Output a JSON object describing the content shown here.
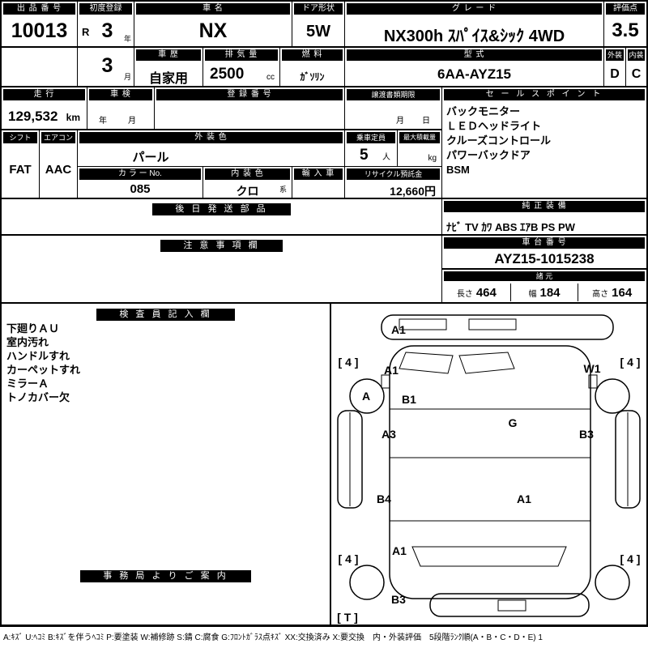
{
  "top": {
    "lot_label": "出 品 番 号",
    "lot_number": "10013",
    "first_reg_label": "初度登録",
    "era": "R",
    "year": "3",
    "year_unit": "年",
    "month": "3",
    "month_unit": "月",
    "car_name_label": "車  名",
    "car_name": "NX",
    "door_label": "ドア形状",
    "door": "5W",
    "grade_label": "グ レ ー ド",
    "grade": "NX300h ｽﾊﾟｲｽ&ｼｯｸ 4WD",
    "score_label": "評価点",
    "score": "3.5",
    "history_label": "車 歴",
    "history": "自家用",
    "disp_label": "排 気 量",
    "disp": "2500",
    "disp_unit": "cc",
    "fuel_label": "燃 料",
    "fuel": "ｶﾞｿﾘﾝ",
    "model_label": "型  式",
    "model": "6AA-AYZ15",
    "ext_label": "外装",
    "ext": "D",
    "int_label": "内装",
    "int": "C"
  },
  "reg": {
    "mileage_label": "走  行",
    "mileage": "129,532",
    "mileage_unit": "km",
    "shaken_label": "車 検",
    "shaken_placeholder": "年　月",
    "regno_label": "登 録 番 号",
    "transfer_label": "譲渡書類期限",
    "transfer_placeholder": "月　日"
  },
  "sales": {
    "label": "セ ー ル ス ポ イ ン ト",
    "items": [
      "バックモニター",
      "ＬＥＤヘッドライト",
      "クルーズコントロール",
      "パワーバックドア",
      "BSM"
    ]
  },
  "spec": {
    "shift_label": "シフト",
    "shift": "FAT",
    "ac_label": "エアコン",
    "ac": "AAC",
    "extcolor_label": "外 装 色",
    "extcolor": "パール",
    "capacity_label": "乗車定員",
    "capacity": "5",
    "capacity_unit": "人",
    "maxload_label": "最大積載量",
    "maxload_unit": "kg",
    "colorno_label": "カ ラ ー No.",
    "colorno": "085",
    "intcolor_label": "内 装 色",
    "intcolor": "クロ",
    "intcolor_unit": "系",
    "import_label": "輸 入 車",
    "recycle_label": "リサイクル預託金",
    "recycle": "12,660円"
  },
  "sections": {
    "later_parts_label": "後 日 発 送 部 品",
    "genuine_label": "純 正 装 備",
    "genuine_value": "ﾅﾋﾞ TV ｶﾜ ABS ｴｱB PS PW",
    "caution_label": "注 意 事 項 欄",
    "chassis_label": "車 台 番 号",
    "chassis": "AYZ15-1015238",
    "dims_label": "諸  元",
    "len_label": "長さ",
    "len": "464",
    "wid_label": "幅",
    "wid": "184",
    "hgt_label": "高さ",
    "hgt": "164",
    "inspector_label": "検 査 員 記 入 欄",
    "office_label": "事 務 局 よ り ご 案 内"
  },
  "inspector_notes": [
    "下廻りＡＵ",
    "室内汚れ",
    "ハンドルすれ",
    "カーペットすれ",
    "ミラーＡ",
    "トノカバー欠"
  ],
  "diagram": {
    "markers": [
      "A1",
      "[ 4 ]",
      "A1",
      "W1",
      "[ 4 ]",
      "A",
      "B1",
      "G",
      "A3",
      "B3",
      "B4",
      "A1",
      "A1",
      "[ 4 ]",
      "[ 4 ]",
      "B3",
      "[ T ]"
    ]
  },
  "legend": "A:ｷｽﾞ  U:ﾍｺﾐ  B:ｷｽﾞを伴うﾍｺﾐ  P:要塗装 W:補修跡 S:錆 C:腐食 G:ﾌﾛﾝﾄｶﾞﾗｽ点ｷｽﾞ XX:交換済み X:要交換　内・外装評価　5段階ﾗﾝｸ順(A・B・C・D・E) 1"
}
